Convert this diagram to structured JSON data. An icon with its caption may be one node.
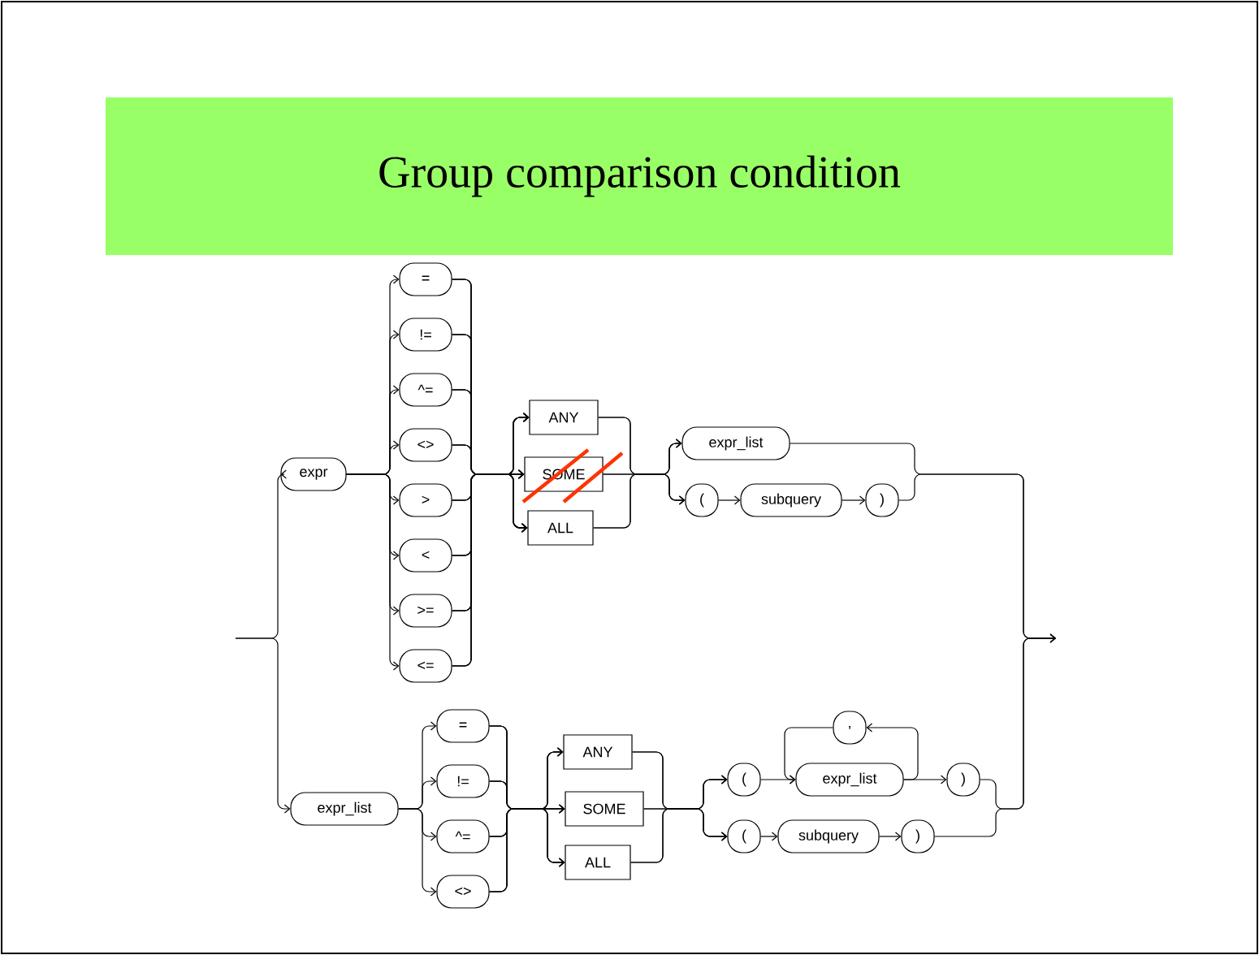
{
  "diagram": {
    "title": "Group comparison condition",
    "nodes": [
      {
        "text": [
          "expr"
        ]
      },
      {
        "text": [
          "="
        ]
      },
      {
        "text": [
          "!="
        ]
      },
      {
        "text": [
          "^="
        ]
      },
      {
        "text": [
          "<>"
        ]
      },
      {
        "text": [
          ">"
        ]
      },
      {
        "text": [
          "<"
        ]
      },
      {
        "text": [
          ">="
        ]
      },
      {
        "text": [
          "<="
        ]
      },
      {
        "text": [
          "ANY"
        ]
      },
      {
        "text": [
          "SOME"
        ]
      },
      {
        "text": [
          "ALL"
        ]
      },
      {
        "text": [
          "expr_list"
        ]
      },
      {
        "text": [
          "("
        ]
      },
      {
        "text": [
          "subquery"
        ]
      },
      {
        "text": [
          ")"
        ]
      },
      {
        "text": [
          "expr_list"
        ]
      },
      {
        "text": [
          "="
        ]
      },
      {
        "text": [
          "!="
        ]
      },
      {
        "text": [
          "^="
        ]
      },
      {
        "text": [
          "<>"
        ]
      },
      {
        "text": [
          "ANY"
        ]
      },
      {
        "text": [
          "SOME"
        ]
      },
      {
        "text": [
          "ALL"
        ]
      },
      {
        "text": [
          "("
        ]
      },
      {
        "text": [
          ","
        ]
      },
      {
        "text": [
          "expr_list"
        ]
      },
      {
        "text": [
          ")"
        ]
      },
      {
        "text": [
          "("
        ]
      },
      {
        "text": [
          "subquery"
        ]
      },
      {
        "text": [
          ")"
        ]
      }
    ],
    "edges": [
      {
        "from": null,
        "to": 0,
        "arrow": "to"
      },
      {
        "from": null,
        "to": 16,
        "arrow": "to"
      },
      {
        "from": 0,
        "to": 1,
        "arrow": "to"
      },
      {
        "from": 0,
        "to": 2,
        "arrow": "to"
      },
      {
        "from": 0,
        "to": 3,
        "arrow": "to"
      },
      {
        "from": 0,
        "to": 4,
        "arrow": "to"
      },
      {
        "from": 0,
        "to": 5,
        "arrow": "to"
      },
      {
        "from": 0,
        "to": 6,
        "arrow": "to"
      },
      {
        "from": 0,
        "to": 7,
        "arrow": "to"
      },
      {
        "from": 0,
        "to": 8,
        "arrow": "to"
      },
      {
        "from": 1,
        "to": 9,
        "arrow": "to"
      },
      {
        "from": 1,
        "to": 10,
        "arrow": "to"
      },
      {
        "from": 1,
        "to": 11,
        "arrow": "to"
      },
      {
        "from": 2,
        "to": 9,
        "arrow": "to"
      },
      {
        "from": 2,
        "to": 10,
        "arrow": "to"
      },
      {
        "from": 2,
        "to": 11,
        "arrow": "to"
      },
      {
        "from": 3,
        "to": 9,
        "arrow": "to"
      },
      {
        "from": 3,
        "to": 10,
        "arrow": "to"
      },
      {
        "from": 3,
        "to": 11,
        "arrow": "to"
      },
      {
        "from": 4,
        "to": 9,
        "arrow": "to"
      },
      {
        "from": 4,
        "to": 10,
        "arrow": "to"
      },
      {
        "from": 4,
        "to": 11,
        "arrow": "to"
      },
      {
        "from": 5,
        "to": 9,
        "arrow": "to"
      },
      {
        "from": 5,
        "to": 10,
        "arrow": "to"
      },
      {
        "from": 5,
        "to": 11,
        "arrow": "to"
      },
      {
        "from": 6,
        "to": 9,
        "arrow": "to"
      },
      {
        "from": 6,
        "to": 10,
        "arrow": "to"
      },
      {
        "from": 6,
        "to": 11,
        "arrow": "to"
      },
      {
        "from": 7,
        "to": 9,
        "arrow": "to"
      },
      {
        "from": 7,
        "to": 10,
        "arrow": "to"
      },
      {
        "from": 7,
        "to": 11,
        "arrow": "to"
      },
      {
        "from": 8,
        "to": 9,
        "arrow": "to"
      },
      {
        "from": 8,
        "to": 10,
        "arrow": "to"
      },
      {
        "from": 8,
        "to": 11,
        "arrow": "to"
      },
      {
        "from": 9,
        "to": 12,
        "arrow": "to"
      },
      {
        "from": 9,
        "to": 13,
        "arrow": "to"
      },
      {
        "from": 10,
        "to": 12,
        "arrow": "to"
      },
      {
        "from": 10,
        "to": 13,
        "arrow": "to"
      },
      {
        "from": 11,
        "to": 12,
        "arrow": "to"
      },
      {
        "from": 11,
        "to": 13,
        "arrow": "to"
      },
      {
        "from": 13,
        "to": 14,
        "arrow": "to"
      },
      {
        "from": 14,
        "to": 15,
        "arrow": "to"
      },
      {
        "from": 12,
        "to": null,
        "arrow": "to"
      },
      {
        "from": 15,
        "to": null,
        "arrow": "to"
      },
      {
        "from": 16,
        "to": 17,
        "arrow": "to"
      },
      {
        "from": 16,
        "to": 18,
        "arrow": "to"
      },
      {
        "from": 16,
        "to": 19,
        "arrow": "to"
      },
      {
        "from": 16,
        "to": 20,
        "arrow": "to"
      },
      {
        "from": 17,
        "to": 21,
        "arrow": "to"
      },
      {
        "from": 17,
        "to": 22,
        "arrow": "to"
      },
      {
        "from": 17,
        "to": 23,
        "arrow": "to"
      },
      {
        "from": 18,
        "to": 21,
        "arrow": "to"
      },
      {
        "from": 18,
        "to": 22,
        "arrow": "to"
      },
      {
        "from": 18,
        "to": 23,
        "arrow": "to"
      },
      {
        "from": 19,
        "to": 21,
        "arrow": "to"
      },
      {
        "from": 19,
        "to": 22,
        "arrow": "to"
      },
      {
        "from": 19,
        "to": 23,
        "arrow": "to"
      },
      {
        "from": 20,
        "to": 21,
        "arrow": "to"
      },
      {
        "from": 20,
        "to": 22,
        "arrow": "to"
      },
      {
        "from": 20,
        "to": 23,
        "arrow": "to"
      },
      {
        "from": 21,
        "to": 24,
        "arrow": "to"
      },
      {
        "from": 21,
        "to": 28,
        "arrow": "to"
      },
      {
        "from": 22,
        "to": 24,
        "arrow": "to"
      },
      {
        "from": 22,
        "to": 28,
        "arrow": "to"
      },
      {
        "from": 23,
        "to": 24,
        "arrow": "to"
      },
      {
        "from": 23,
        "to": 28,
        "arrow": "to"
      },
      {
        "from": 24,
        "to": 26,
        "arrow": "to"
      },
      {
        "from": 26,
        "to": 27,
        "arrow": "to"
      },
      {
        "from": 26,
        "to": 25,
        "arrow": "to"
      },
      {
        "from": 25,
        "to": 26,
        "arrow": "to"
      },
      {
        "from": 28,
        "to": 29,
        "arrow": "to"
      },
      {
        "from": 29,
        "to": 30,
        "arrow": "to"
      },
      {
        "from": 27,
        "to": null,
        "arrow": "to"
      },
      {
        "from": 30,
        "to": null,
        "arrow": "to"
      }
    ]
  }
}
